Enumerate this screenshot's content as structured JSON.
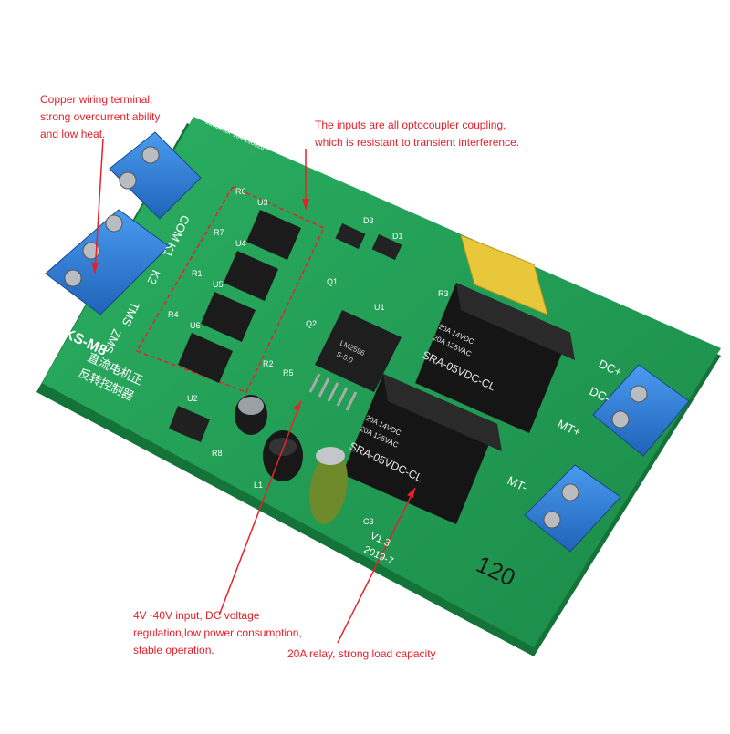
{
  "callouts": {
    "terminal": [
      "Copper wiring terminal,",
      "strong overcurrent ability",
      "and low heat."
    ],
    "inputs": [
      "The inputs are all optocoupler coupling,",
      "which is resistant to transient interference."
    ],
    "voltage": [
      "4V~40V input, DC voltage",
      "regulation,low power consumption,",
      "stable operation."
    ],
    "relay": [
      "20A relay, strong load capacity"
    ]
  },
  "board": {
    "model": "TKS-M8",
    "chinese_line1": "直流电机正",
    "chinese_line2": "反转控制器",
    "serial": "230828BP104-190820",
    "version": "V1.3",
    "date": "2019-7",
    "handwritten": "120",
    "input_labels": [
      "COM",
      "K1",
      "K2",
      "TMS",
      "ZMS"
    ],
    "output_labels": [
      "DC+",
      "DC-",
      "MT+",
      "MT-"
    ],
    "component_refs": [
      "R6",
      "U3",
      "R7",
      "U4",
      "R1",
      "U5",
      "R4",
      "U6",
      "D3",
      "D1",
      "Q1",
      "Q2",
      "R2",
      "R5",
      "U1",
      "U2",
      "R8",
      "L1",
      "C3",
      "R3"
    ],
    "relay_lines": [
      "20A 14VDC",
      "20A 125VAC",
      "SRA-05VDC-CL"
    ],
    "regulator_text": [
      "LM2596",
      "S-5.0"
    ]
  },
  "colors": {
    "pcb": "#1f9a52",
    "pcb_edge": "#157a3e",
    "terminal": "#2f7fd6",
    "relay": "#151515",
    "capacitor_yellow": "#e8c83a",
    "callout": "#e8202a"
  }
}
